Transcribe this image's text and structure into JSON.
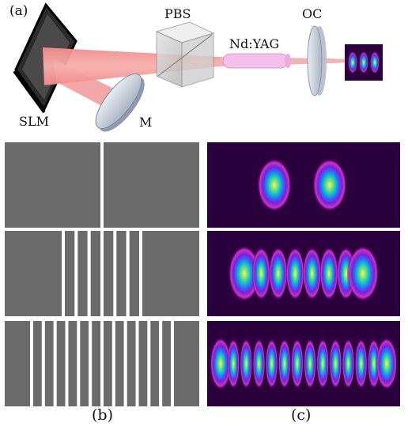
{
  "panel_a": {
    "tag": "(a)",
    "components": {
      "slm": "SLM",
      "pbs": "PBS",
      "gain": "Nd:YAG",
      "oc": "OC",
      "mirror": "M"
    }
  },
  "panel_b": {
    "tag": "(b)"
  },
  "panel_c": {
    "tag": "(c)"
  },
  "rows": [
    {
      "hologram_strips": 2,
      "beam_lobes": 2
    },
    {
      "hologram_strips": 8,
      "beam_lobes": 8
    },
    {
      "hologram_strips": 14,
      "beam_lobes": 14
    }
  ],
  "output_beam_lobes": 3,
  "colors": {
    "beam": "#f4a0a0",
    "beam_edge": "#e47878",
    "crystal": "#f5c0ea",
    "hologram_gray": "#6b6b6b",
    "pattern_background": "#2a003d",
    "slm_frame": "#111111"
  }
}
